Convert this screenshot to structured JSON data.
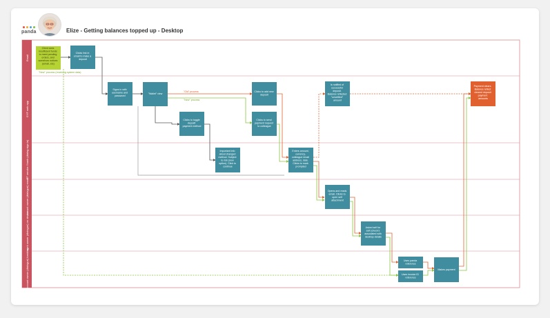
{
  "brand": {
    "name": "panda",
    "dot_colors": [
      "#e94b3c",
      "#f5a623",
      "#4a9fd8",
      "#7ac143"
    ]
  },
  "header": {
    "title": "Elize - Getting balances topped up - Desktop",
    "avatar_icon": "person-avatar-icon"
  },
  "colors": {
    "lane_header": "#c9545f",
    "lane_border": "#d98a92",
    "node_teal": "#3f8d9e",
    "node_lime": "#b6d334",
    "node_orange": "#e0612f",
    "edge_dark": "#555555",
    "edge_green": "#8cc63f",
    "edge_orange": "#e0612f",
    "edge_gray": "#9a9a9a"
  },
  "lanes": [
    {
      "id": "email",
      "label": "Email"
    },
    {
      "id": "web",
      "label": "GYF web app"
    },
    {
      "id": "vendor",
      "label": "GYF vendor / bank (dialog sign in)"
    },
    {
      "id": "account_email",
      "label": "Account owner (dialogue) email"
    },
    {
      "id": "account_device",
      "label": "Account owner (dialogue) on device"
    },
    {
      "id": "account_banking",
      "label": "Account owner (dialogue) banking"
    }
  ],
  "nodes": [
    {
      "id": "n1",
      "lane": "email",
      "style": "lime",
      "lines": [
        "Client sees",
        "insufficient funds",
        "to meet pending",
        "orders, and",
        "somehow notices",
        "(email, etc)"
      ]
    },
    {
      "id": "n2",
      "lane": "email",
      "style": "teal",
      "lines": [
        "Clicks link in",
        "email to make a",
        "deposit"
      ]
    },
    {
      "id": "n3",
      "lane": "web",
      "style": "teal",
      "lines": [
        "Signs in with",
        "username and",
        "password"
      ]
    },
    {
      "id": "n4",
      "lane": "web",
      "style": "teal",
      "lines": [
        "\"Wallet\" view"
      ]
    },
    {
      "id": "n5",
      "lane": "web",
      "style": "teal",
      "lines": [
        "Clicks to add new",
        "deposit"
      ]
    },
    {
      "id": "n6",
      "lane": "web",
      "style": "teal",
      "lines": [
        "Clicks to toggle",
        "deposit",
        "payment method"
      ]
    },
    {
      "id": "n7",
      "lane": "web",
      "style": "teal",
      "lines": [
        "Clicks to send",
        "payment request",
        "to colleague"
      ]
    },
    {
      "id": "n8",
      "lane": "web",
      "style": "teal",
      "lines": [
        "Is notified of",
        "successful",
        "deposit.",
        "Balance reflected",
        "\"unsettled\"",
        "amount"
      ]
    },
    {
      "id": "n9",
      "lane": "web",
      "style": "orange",
      "lines": [
        "Payment clears.",
        "Balance reflect",
        "cleared deposit",
        "payment",
        "amounts"
      ]
    },
    {
      "id": "n10",
      "lane": "vendor",
      "style": "teal",
      "lines": [
        "Important info",
        "about changed",
        "method. Subject",
        "to risk (new",
        "option). Click to",
        "continue"
      ]
    },
    {
      "id": "n11",
      "lane": "vendor",
      "style": "teal",
      "lines": [
        "Enters amount,",
        "currency,",
        "colleague email",
        "address, date.",
        "Clicks to mark",
        "prompted"
      ]
    },
    {
      "id": "n12",
      "lane": "account_email",
      "style": "teal",
      "lines": [
        "Opens and reads",
        "email. Clicks to",
        "open self",
        "attachment"
      ]
    },
    {
      "id": "n13",
      "lane": "account_device",
      "style": "teal",
      "lines": [
        "Asked self for",
        "self (check's",
        "associated with",
        "desktop details"
      ]
    },
    {
      "id": "n14",
      "lane": "account_banking",
      "style": "teal",
      "lines": [
        "Uses panda",
        "reference"
      ]
    },
    {
      "id": "n15",
      "lane": "account_banking",
      "style": "teal",
      "lines": [
        "Uses invoice ID",
        "reference"
      ]
    },
    {
      "id": "n16",
      "lane": "account_banking",
      "style": "teal",
      "lines": [
        "Makes payment"
      ]
    }
  ],
  "edges": [
    {
      "from": "n1",
      "to": "n2",
      "style": "dark",
      "label": ""
    },
    {
      "from": "n2",
      "to": "n3",
      "style": "dark",
      "label": ""
    },
    {
      "from": "n3",
      "to": "n4",
      "style": "dark",
      "label": ""
    },
    {
      "from": "n4",
      "to": "n5",
      "style": "orange",
      "label": "\"Old\" process"
    },
    {
      "from": "n4",
      "to": "n7",
      "style": "green",
      "label": "\"New\" process"
    },
    {
      "from": "n1",
      "to": "n15",
      "style": "green-dashed",
      "label": "\"New\" process (receiving system data)"
    }
  ]
}
